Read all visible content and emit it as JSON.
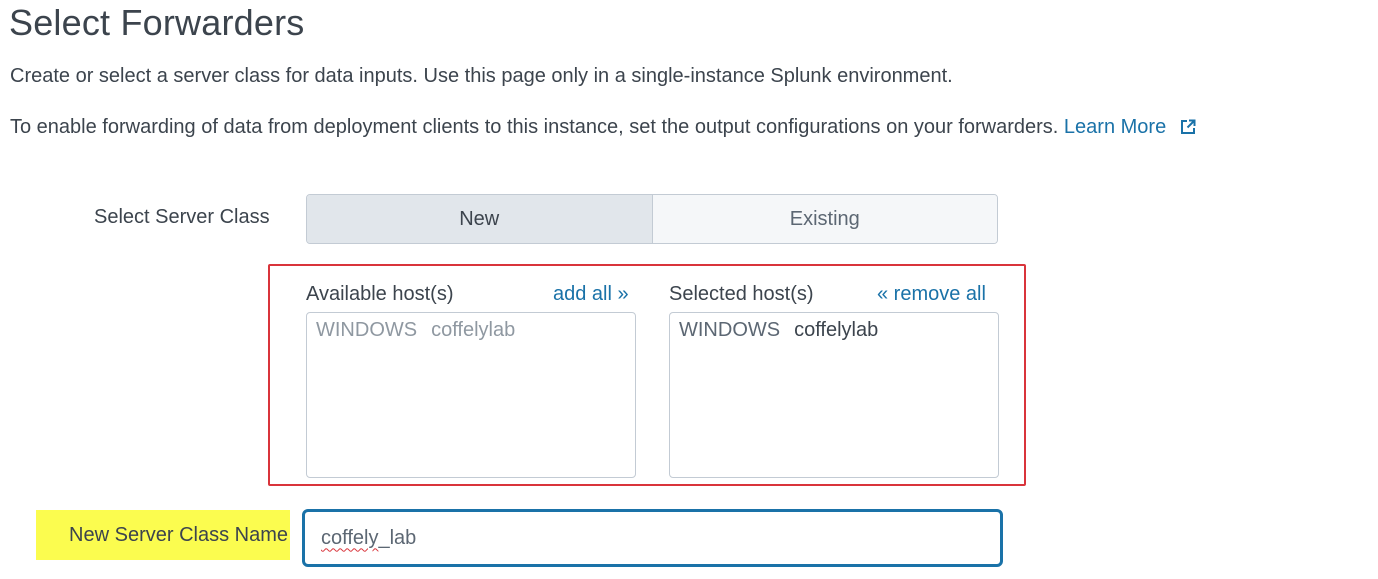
{
  "page": {
    "title": "Select Forwarders",
    "description_1": "Create or select a server class for data inputs. Use this page only in a single-instance Splunk environment.",
    "description_2": "To enable forwarding of data from deployment clients to this instance, set the output configurations on your forwarders.",
    "learn_more": "Learn More",
    "learn_more_icon": "external-link-icon"
  },
  "server_class": {
    "label": "Select Server Class",
    "options": [
      "New",
      "Existing"
    ],
    "selected": "New"
  },
  "hosts": {
    "available_label": "Available host(s)",
    "add_all": "add all »",
    "selected_label": "Selected host(s)",
    "remove_all": "« remove all",
    "available": [
      {
        "os": "WINDOWS",
        "name": "coffelylab"
      }
    ],
    "selected": [
      {
        "os": "WINDOWS",
        "name": "coffelylab"
      }
    ]
  },
  "new_server_class": {
    "label": "New Server Class Name",
    "value_misspelled": "coffely",
    "value_rest": "_lab"
  },
  "colors": {
    "link": "#1a72a8",
    "highlight_box": "#d9343b",
    "label_highlight": "#fbfc4f",
    "input_focus": "#1a72a8"
  }
}
